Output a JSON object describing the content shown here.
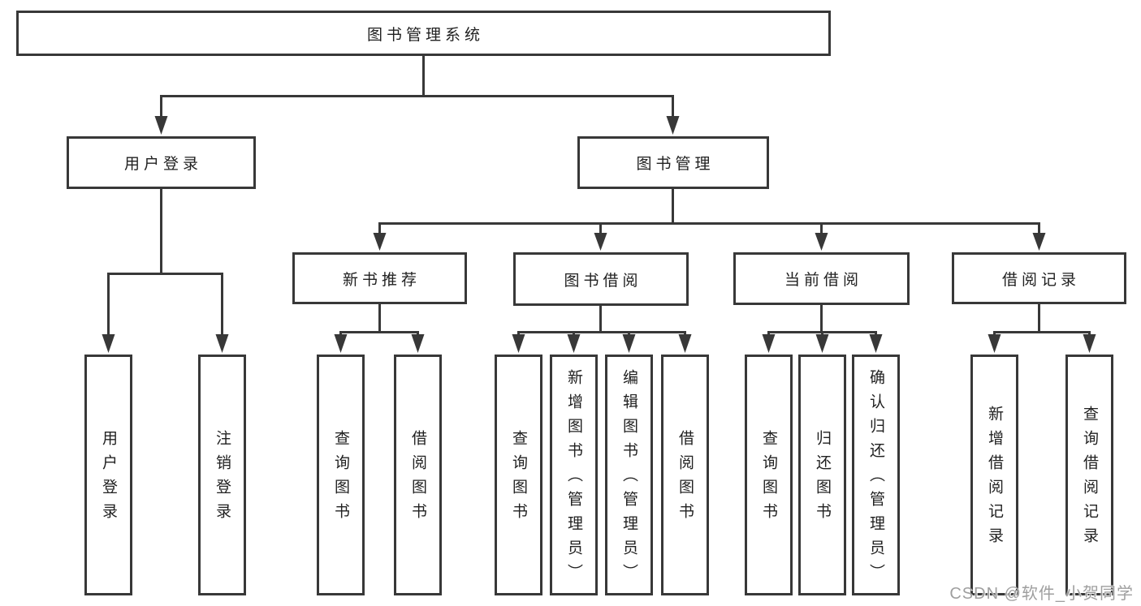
{
  "tree": {
    "root": {
      "label": "图书管理系统"
    },
    "branches": [
      {
        "label": "用户登录",
        "leaves": [
          {
            "label": "用户登录"
          },
          {
            "label": "注销登录"
          }
        ]
      },
      {
        "label": "图书管理",
        "groups": [
          {
            "label": "新书推荐",
            "leaves": [
              {
                "label": "查询图书"
              },
              {
                "label": "借阅图书"
              }
            ]
          },
          {
            "label": "图书借阅",
            "leaves": [
              {
                "label": "查询图书"
              },
              {
                "label": "新增图书（管理员）"
              },
              {
                "label": "编辑图书（管理员）"
              },
              {
                "label": "借阅图书"
              }
            ]
          },
          {
            "label": "当前借阅",
            "leaves": [
              {
                "label": "查询图书"
              },
              {
                "label": "归还图书"
              },
              {
                "label": "确认归还（管理员）"
              }
            ]
          },
          {
            "label": "借阅记录",
            "leaves": [
              {
                "label": "新增借阅记录"
              },
              {
                "label": "查询借阅记录"
              }
            ]
          }
        ]
      }
    ]
  },
  "watermark": {
    "text": "CSDN @软件_小贺同学"
  },
  "colors": {
    "line": "#383838",
    "text": "#212121",
    "box_fill": "#ffffff",
    "background": "#ffffff",
    "watermark": "#9f9f9f"
  }
}
